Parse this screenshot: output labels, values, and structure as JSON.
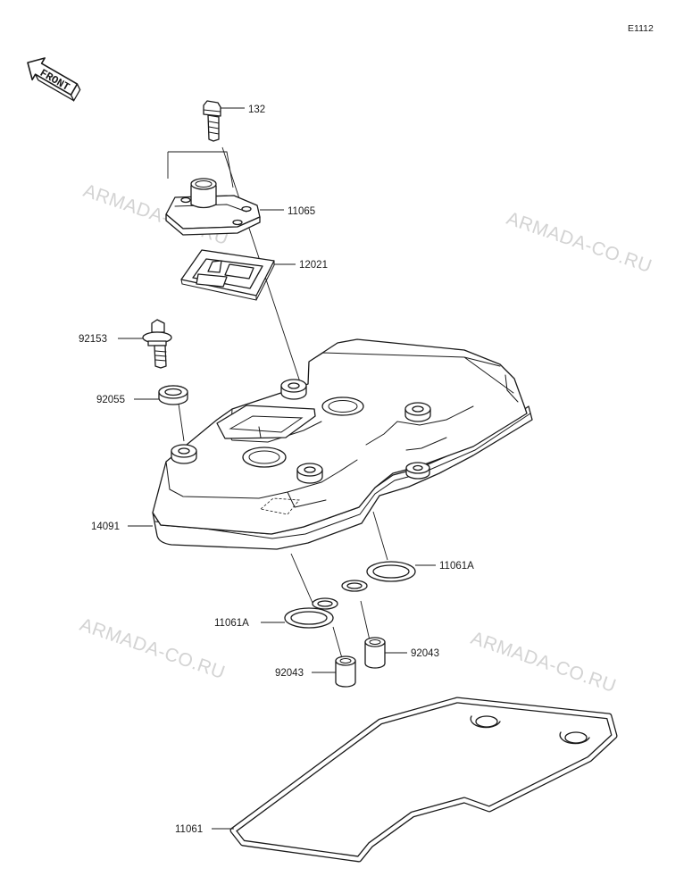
{
  "diagram_code": "E1112",
  "front_label": "FRONT",
  "watermark": "ARMADA-CO.RU",
  "parts": {
    "bolt": "132",
    "breather_cover": "11065",
    "breather_gasket": "12021",
    "cover_bolt": "92153",
    "washer": "92055",
    "head_cover": "14091",
    "plug_gasket_right": "11061A",
    "plug_gasket_left": "11061A",
    "dowel_left": "92043",
    "dowel_right": "92043",
    "cover_gasket": "11061"
  }
}
